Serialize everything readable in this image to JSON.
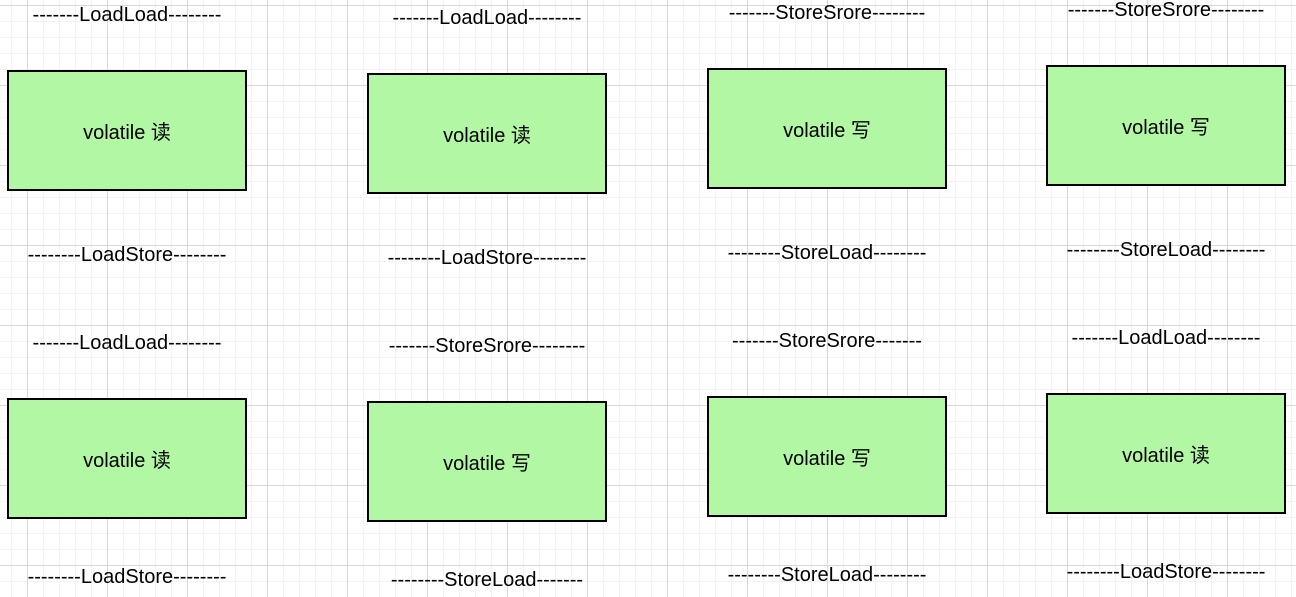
{
  "colors": {
    "box_fill": "#b1f7a4",
    "box_border": "#000000",
    "grid_minor": "#f3f3f3",
    "grid_major": "#d8d8d8",
    "text": "#000000"
  },
  "columns": [
    {
      "barrier_top": "-------LoadLoad--------",
      "box_top": "volatile 读",
      "barrier_mid_upper": "--------LoadStore--------",
      "barrier_mid_lower": "-------LoadLoad--------",
      "box_bottom": "volatile 读",
      "barrier_bottom": "--------LoadStore--------"
    },
    {
      "barrier_top": "-------LoadLoad--------",
      "box_top": "volatile 读",
      "barrier_mid_upper": "--------LoadStore--------",
      "barrier_mid_lower": "-------StoreSrore--------",
      "box_bottom": "volatile 写",
      "barrier_bottom": "--------StoreLoad-------"
    },
    {
      "barrier_top": "-------StoreSrore--------",
      "box_top": "volatile 写",
      "barrier_mid_upper": "--------StoreLoad--------",
      "barrier_mid_lower": "-------StoreSrore-------",
      "box_bottom": "volatile 写",
      "barrier_bottom": "--------StoreLoad--------"
    },
    {
      "barrier_top": "-------StoreSrore--------",
      "box_top": "volatile 写",
      "barrier_mid_upper": "--------StoreLoad--------",
      "barrier_mid_lower": "-------LoadLoad--------",
      "box_bottom": "volatile 读",
      "barrier_bottom": "--------LoadStore--------"
    }
  ]
}
